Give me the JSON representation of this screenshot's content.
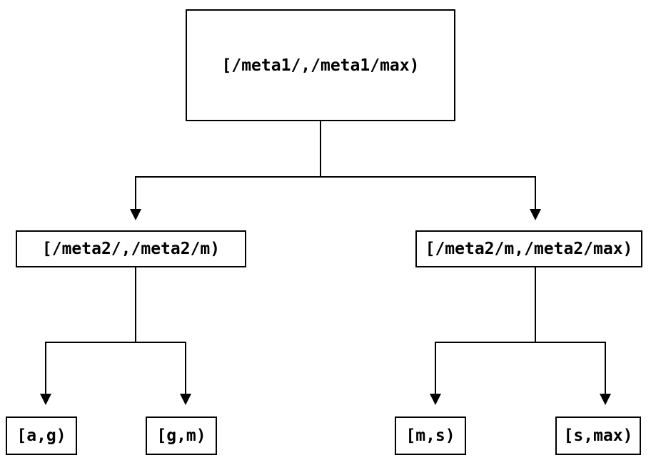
{
  "diagram": {
    "type": "tree",
    "background_color": "#ffffff",
    "line_color": "#000000",
    "text_color": "#000000",
    "nodes": [
      {
        "id": "root",
        "level": 0,
        "label": "[/meta1/,/meta1/max)"
      },
      {
        "id": "mid-left",
        "level": 1,
        "label": "[/meta2/,/meta2/m)"
      },
      {
        "id": "mid-right",
        "level": 1,
        "label": "[/meta2/m,/meta2/max)"
      },
      {
        "id": "leaf-ag",
        "level": 2,
        "label": "[a,g)"
      },
      {
        "id": "leaf-gm",
        "level": 2,
        "label": "[g,m)"
      },
      {
        "id": "leaf-ms",
        "level": 2,
        "label": "[m,s)"
      },
      {
        "id": "leaf-smax",
        "level": 2,
        "label": "[s,max)"
      }
    ],
    "edges": [
      {
        "from": "root",
        "to": "mid-left"
      },
      {
        "from": "root",
        "to": "mid-right"
      },
      {
        "from": "mid-left",
        "to": "leaf-ag"
      },
      {
        "from": "mid-left",
        "to": "leaf-gm"
      },
      {
        "from": "mid-right",
        "to": "leaf-ms"
      },
      {
        "from": "mid-right",
        "to": "leaf-smax"
      }
    ]
  }
}
